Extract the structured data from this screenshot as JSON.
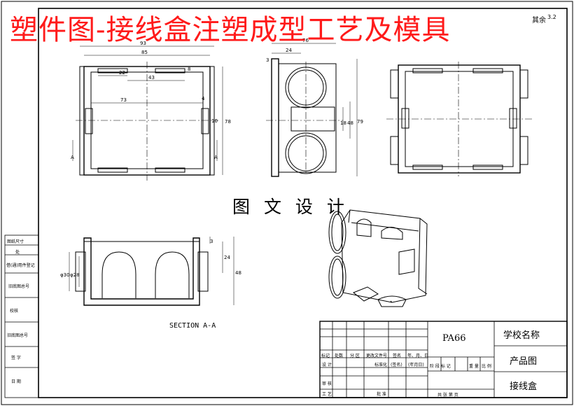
{
  "banner": "塑件图-接线盒注塑成型工艺及模具",
  "watermark": "图 文 设 计",
  "section_label": "SECTION A-A",
  "roughness": {
    "prefix": "其余",
    "value": "3.2"
  },
  "dims": {
    "top_width": "93",
    "inner_width": "85",
    "d22": "22",
    "d43": "43",
    "d73": "73",
    "d4": "4",
    "d8": "8",
    "d10": "10",
    "d78": "78",
    "side_24": "24",
    "side_76": "76",
    "side_3": "3",
    "side_18": "18",
    "side_48": "48",
    "side_79": "79",
    "sec_30": "φ30",
    "sec_28": "φ28",
    "sec_3": "3",
    "sec_24": "24",
    "sec_48": "48",
    "section_mark": "A"
  },
  "side_labels": [
    "图纸尺寸",
    "处",
    "借(通)用件登记",
    "旧底图总号",
    "校核",
    "旧底图总号",
    "签 字",
    "日 期"
  ],
  "title_block": {
    "material": "PA66",
    "school": "学校名称",
    "drawing_type": "产品图",
    "part_name": "接线盒",
    "headers": [
      "标记",
      "处数",
      "分 区",
      "更改文件号",
      "签名",
      "年、月、日"
    ],
    "row_design": "设 计",
    "row_std": "标准化",
    "sign": "(签名)",
    "date": "(年月日)",
    "stage_cols": [
      "阶 段 标 记",
      "重 量",
      "比 例"
    ],
    "row_check": "审 核",
    "row_process": "工 艺",
    "approve": "批 准",
    "sheets": "共  张  第  页"
  }
}
